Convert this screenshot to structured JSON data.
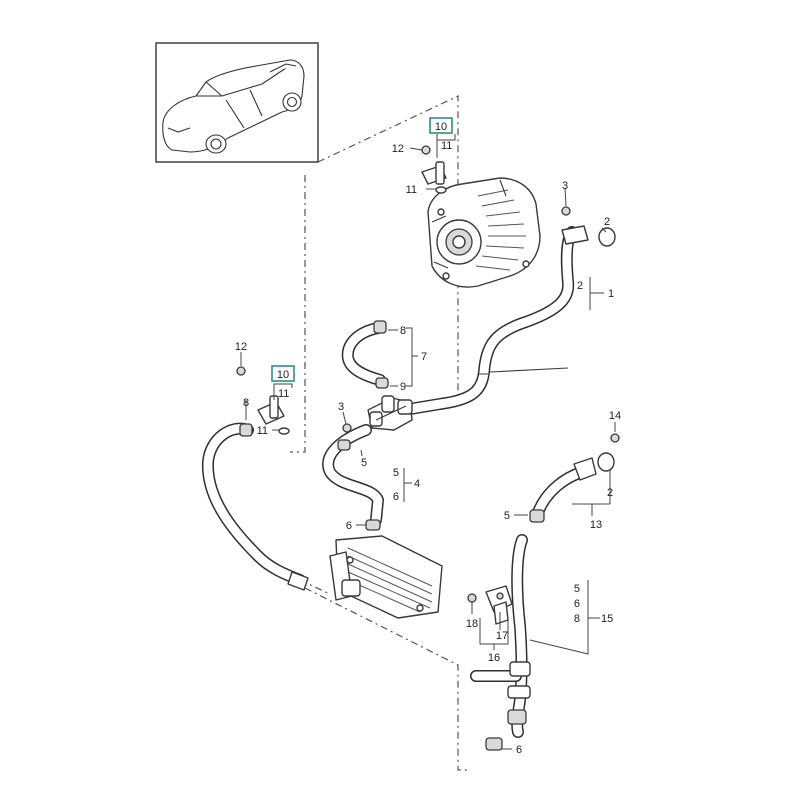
{
  "diagram": {
    "callouts": {
      "boxed_10_top": "10",
      "label_11_top": "11",
      "label_12_top": "12",
      "label_11_top_oring": "11",
      "label_3_top": "3",
      "label_2_top": "2",
      "label_2_top_group": "2",
      "label_1": "1",
      "label_8_upper": "8",
      "label_7": "7",
      "label_9": "9",
      "label_12_left": "12",
      "boxed_10_left": "10",
      "label_11_left": "11",
      "label_8_left": "8",
      "label_11_left_oring": "11",
      "label_3_mid": "3",
      "label_5_mid": "5",
      "label_5_group": "5",
      "label_6_group": "6",
      "label_4": "4",
      "label_6_cooler": "6",
      "label_14": "14",
      "label_2_right": "2",
      "label_13": "13",
      "label_5_right": "5",
      "label_5_group15": "5",
      "label_6_group15": "6",
      "label_8_group15": "8",
      "label_15": "15",
      "label_18": "18",
      "label_17": "17",
      "label_16": "16",
      "label_6_bottom": "6"
    }
  }
}
